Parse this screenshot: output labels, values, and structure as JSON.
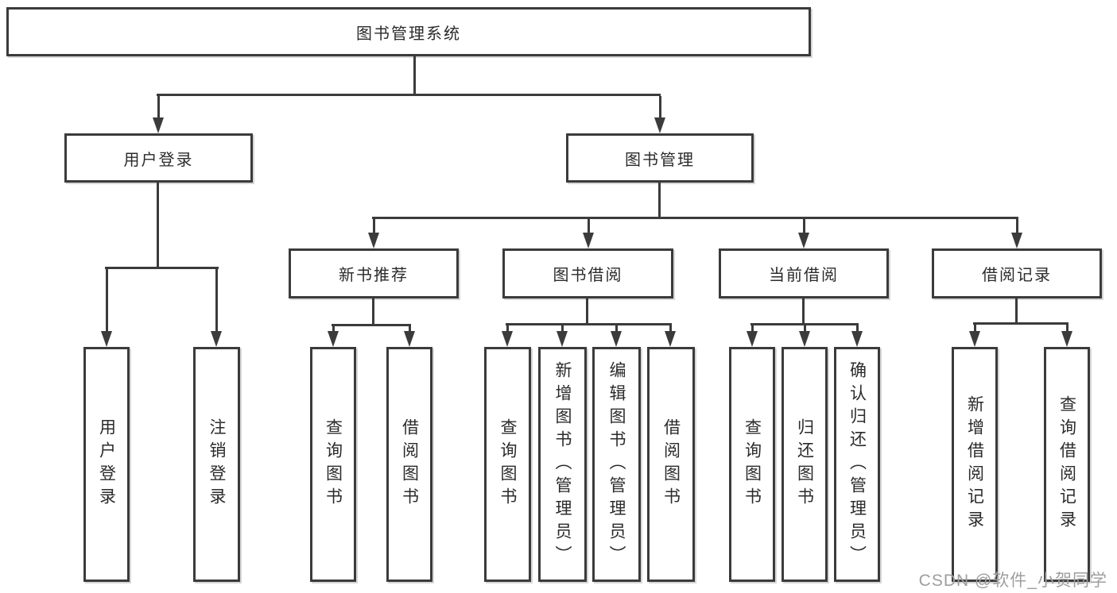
{
  "tree": {
    "label": "图书管理系统",
    "children": [
      {
        "label": "用户登录",
        "children": [
          {
            "label": "用户登录"
          },
          {
            "label": "注销登录"
          }
        ]
      },
      {
        "label": "图书管理",
        "children": [
          {
            "label": "新书推荐",
            "children": [
              {
                "label": "查询图书"
              },
              {
                "label": "借阅图书"
              }
            ]
          },
          {
            "label": "图书借阅",
            "children": [
              {
                "label": "查询图书"
              },
              {
                "label": "新增图书（管理员）"
              },
              {
                "label": "编辑图书（管理员）"
              },
              {
                "label": "借阅图书"
              }
            ]
          },
          {
            "label": "当前借阅",
            "children": [
              {
                "label": "查询图书"
              },
              {
                "label": "归还图书"
              },
              {
                "label": "确认归还（管理员）"
              }
            ]
          },
          {
            "label": "借阅记录",
            "children": [
              {
                "label": "新增借阅记录"
              },
              {
                "label": "查询借阅记录"
              }
            ]
          }
        ]
      }
    ]
  },
  "watermark": "CSDN @软件_小贺同学",
  "colors": {
    "line": "#3b3b3b",
    "text": "#2b2b2b",
    "watermark": "#9e9e9e",
    "background": "#ffffff"
  }
}
